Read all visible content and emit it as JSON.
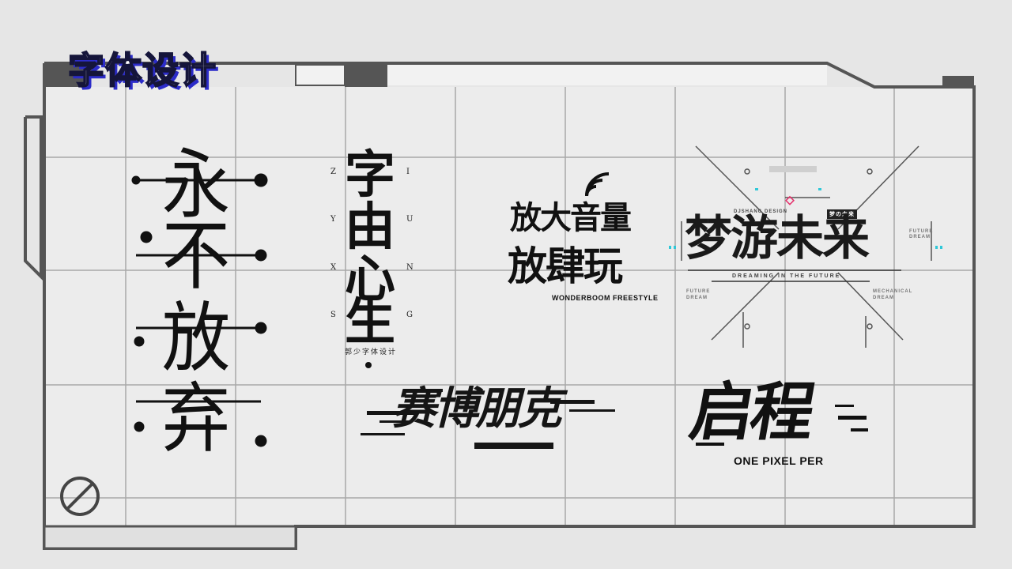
{
  "header": {
    "title": "字体设计"
  },
  "works": {
    "yongbu": {
      "chars": [
        "永",
        "不",
        "放",
        "弃"
      ]
    },
    "ziyou": {
      "chars": [
        "字",
        "由",
        "心",
        "生"
      ],
      "left_letters": [
        "Z",
        "Y",
        "X",
        "S"
      ],
      "right_letters": [
        "I",
        "U",
        "N",
        "G"
      ],
      "caption": "郭少字体设计"
    },
    "fangda": {
      "line1": "放大音量",
      "line2": "放肆玩",
      "english": "WONDERBOOM FREESTYLE"
    },
    "dream": {
      "main": "梦游未来",
      "brand": "DJSHANG DESIGN",
      "tag": "梦の未来",
      "subtitle": "DREAMING IN THE FUTURE",
      "left_label": "FUTURE DREAM",
      "right_label": "MECHANICAL DREAM",
      "side_label": "FUTURE DREAM"
    },
    "saidao": {
      "chars": "赛博朋克"
    },
    "qicheng": {
      "chars": "启程",
      "english": "ONE PIXEL PER"
    }
  },
  "colors": {
    "background": "#e6e6e6",
    "frame": "#555555",
    "title_shadow": "#2c2cc9",
    "accent_pink": "#e5306b",
    "accent_cyan": "#30c8d8"
  },
  "icons": {
    "corner": "no-entry-icon"
  }
}
